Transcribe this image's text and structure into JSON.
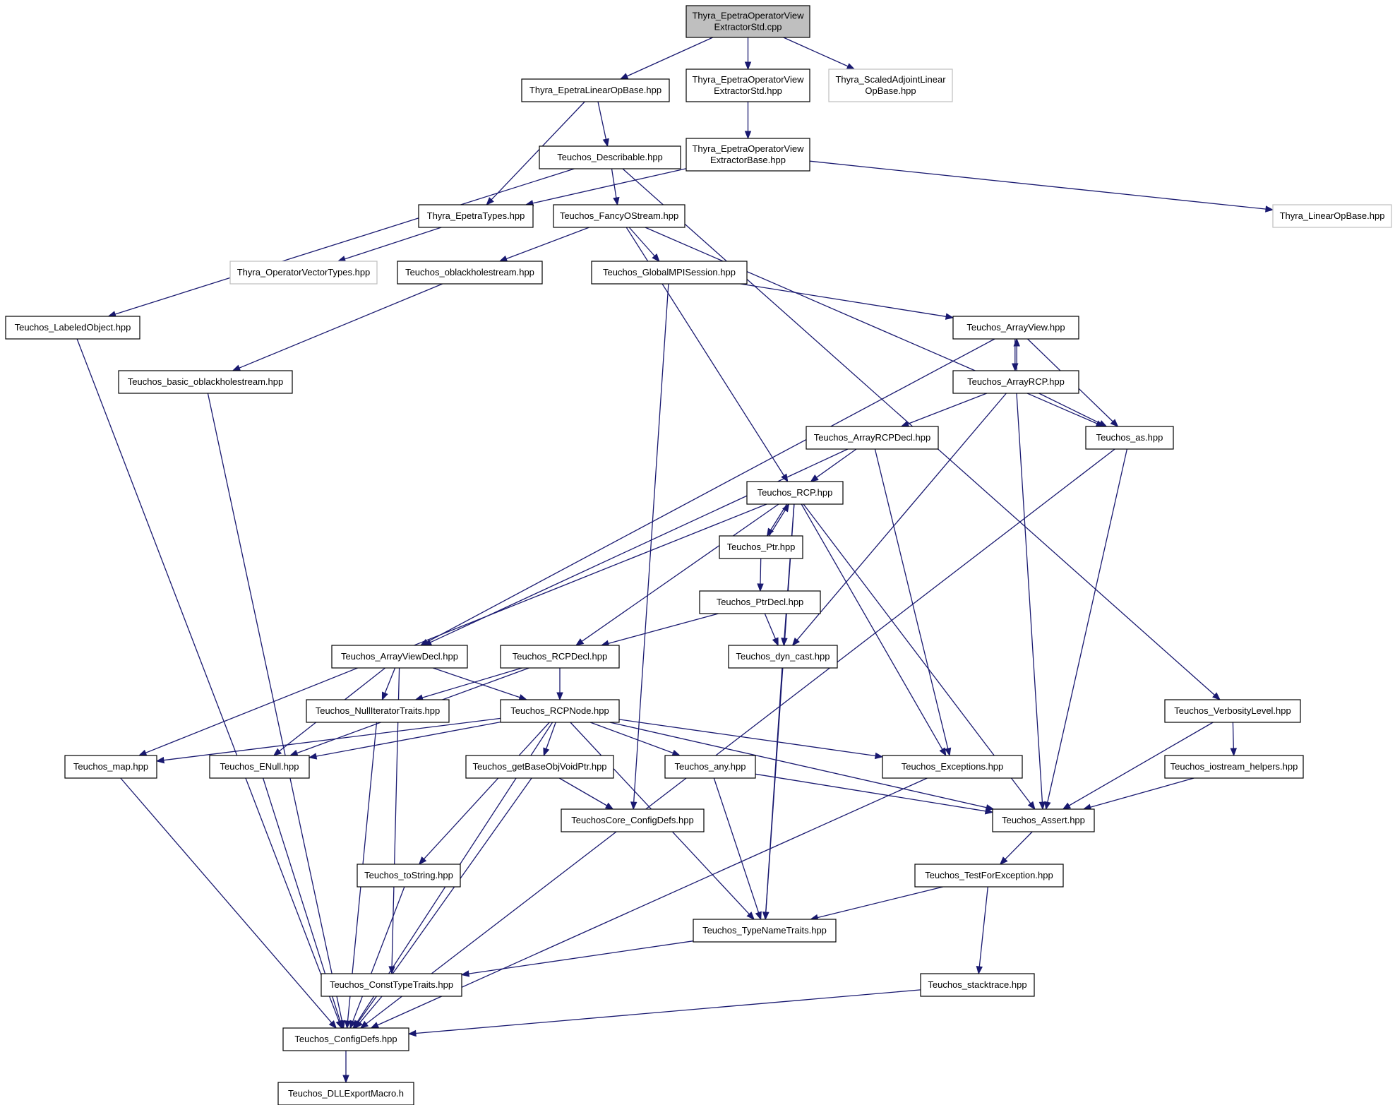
{
  "colors": {
    "edge": "#191970",
    "root_fill": "#bfbfbf",
    "node_fill": "#ffffff",
    "node_border": "#000000",
    "external_border": "#bfbfbf",
    "external_text": "#404040"
  },
  "nodes": [
    {
      "id": "root",
      "lines": [
        "Thyra_EpetraOperatorView",
        "ExtractorStd.cpp"
      ],
      "style": "root"
    },
    {
      "id": "elob",
      "lines": [
        "Thyra_EpetraLinearOpBase.hpp"
      ]
    },
    {
      "id": "eovestd",
      "lines": [
        "Thyra_EpetraOperatorView",
        "ExtractorStd.hpp"
      ]
    },
    {
      "id": "salob",
      "lines": [
        "Thyra_ScaledAdjointLinear",
        "OpBase.hpp"
      ],
      "style": "external"
    },
    {
      "id": "desc",
      "lines": [
        "Teuchos_Describable.hpp"
      ]
    },
    {
      "id": "eovebase",
      "lines": [
        "Thyra_EpetraOperatorView",
        "ExtractorBase.hpp"
      ]
    },
    {
      "id": "etypes",
      "lines": [
        "Thyra_EpetraTypes.hpp"
      ]
    },
    {
      "id": "fancy",
      "lines": [
        "Teuchos_FancyOStream.hpp"
      ]
    },
    {
      "id": "linop",
      "lines": [
        "Thyra_LinearOpBase.hpp"
      ],
      "style": "external"
    },
    {
      "id": "opvec",
      "lines": [
        "Thyra_OperatorVectorTypes.hpp"
      ],
      "style": "external"
    },
    {
      "id": "obh",
      "lines": [
        "Teuchos_oblackholestream.hpp"
      ]
    },
    {
      "id": "gmpi",
      "lines": [
        "Teuchos_GlobalMPISession.hpp"
      ]
    },
    {
      "id": "labeled",
      "lines": [
        "Teuchos_LabeledObject.hpp"
      ]
    },
    {
      "id": "arrview",
      "lines": [
        "Teuchos_ArrayView.hpp"
      ]
    },
    {
      "id": "bobh",
      "lines": [
        "Teuchos_basic_oblackholestream.hpp"
      ]
    },
    {
      "id": "arrrcp",
      "lines": [
        "Teuchos_ArrayRCP.hpp"
      ]
    },
    {
      "id": "arrrcpdecl",
      "lines": [
        "Teuchos_ArrayRCPDecl.hpp"
      ]
    },
    {
      "id": "as",
      "lines": [
        "Teuchos_as.hpp"
      ]
    },
    {
      "id": "rcp",
      "lines": [
        "Teuchos_RCP.hpp"
      ]
    },
    {
      "id": "ptr",
      "lines": [
        "Teuchos_Ptr.hpp"
      ]
    },
    {
      "id": "ptrdecl",
      "lines": [
        "Teuchos_PtrDecl.hpp"
      ]
    },
    {
      "id": "avdecl",
      "lines": [
        "Teuchos_ArrayViewDecl.hpp"
      ]
    },
    {
      "id": "rcpdecl",
      "lines": [
        "Teuchos_RCPDecl.hpp"
      ]
    },
    {
      "id": "dyncast",
      "lines": [
        "Teuchos_dyn_cast.hpp"
      ]
    },
    {
      "id": "nullit",
      "lines": [
        "Teuchos_NullIteratorTraits.hpp"
      ]
    },
    {
      "id": "rcpnode",
      "lines": [
        "Teuchos_RCPNode.hpp"
      ]
    },
    {
      "id": "verb",
      "lines": [
        "Teuchos_VerbosityLevel.hpp"
      ]
    },
    {
      "id": "map",
      "lines": [
        "Teuchos_map.hpp"
      ]
    },
    {
      "id": "enull",
      "lines": [
        "Teuchos_ENull.hpp"
      ]
    },
    {
      "id": "gbovp",
      "lines": [
        "Teuchos_getBaseObjVoidPtr.hpp"
      ]
    },
    {
      "id": "any",
      "lines": [
        "Teuchos_any.hpp"
      ]
    },
    {
      "id": "exc",
      "lines": [
        "Teuchos_Exceptions.hpp"
      ]
    },
    {
      "id": "ioh",
      "lines": [
        "Teuchos_iostream_helpers.hpp"
      ]
    },
    {
      "id": "coreconf",
      "lines": [
        "TeuchosCore_ConfigDefs.hpp"
      ]
    },
    {
      "id": "assert",
      "lines": [
        "Teuchos_Assert.hpp"
      ]
    },
    {
      "id": "tostr",
      "lines": [
        "Teuchos_toString.hpp"
      ]
    },
    {
      "id": "tfe",
      "lines": [
        "Teuchos_TestForException.hpp"
      ]
    },
    {
      "id": "tnt",
      "lines": [
        "Teuchos_TypeNameTraits.hpp"
      ]
    },
    {
      "id": "ctt",
      "lines": [
        "Teuchos_ConstTypeTraits.hpp"
      ]
    },
    {
      "id": "stack",
      "lines": [
        "Teuchos_stacktrace.hpp"
      ]
    },
    {
      "id": "config",
      "lines": [
        "Teuchos_ConfigDefs.hpp"
      ]
    },
    {
      "id": "dll",
      "lines": [
        "Teuchos_DLLExportMacro.h"
      ]
    }
  ],
  "edges": [
    [
      "root",
      "elob"
    ],
    [
      "root",
      "eovestd"
    ],
    [
      "root",
      "salob"
    ],
    [
      "elob",
      "desc"
    ],
    [
      "elob",
      "etypes"
    ],
    [
      "eovestd",
      "eovebase"
    ],
    [
      "eovebase",
      "etypes"
    ],
    [
      "eovebase",
      "linop"
    ],
    [
      "desc",
      "fancy"
    ],
    [
      "desc",
      "labeled"
    ],
    [
      "desc",
      "verb"
    ],
    [
      "etypes",
      "opvec"
    ],
    [
      "fancy",
      "obh"
    ],
    [
      "fancy",
      "gmpi"
    ],
    [
      "fancy",
      "rcp"
    ],
    [
      "fancy",
      "as"
    ],
    [
      "obh",
      "bobh"
    ],
    [
      "gmpi",
      "arrview"
    ],
    [
      "gmpi",
      "coreconf"
    ],
    [
      "labeled",
      "config"
    ],
    [
      "bobh",
      "config"
    ],
    [
      "arrview",
      "arrrcp"
    ],
    [
      "arrview",
      "avdecl"
    ],
    [
      "arrview",
      "as"
    ],
    [
      "arrrcp",
      "arrview"
    ],
    [
      "arrrcp",
      "arrrcpdecl"
    ],
    [
      "arrrcp",
      "as"
    ],
    [
      "arrrcp",
      "dyncast"
    ],
    [
      "arrrcp",
      "assert"
    ],
    [
      "arrrcpdecl",
      "rcp"
    ],
    [
      "arrrcpdecl",
      "avdecl"
    ],
    [
      "arrrcpdecl",
      "exc"
    ],
    [
      "as",
      "assert"
    ],
    [
      "as",
      "config"
    ],
    [
      "rcp",
      "ptr"
    ],
    [
      "rcp",
      "rcpdecl"
    ],
    [
      "rcp",
      "dyncast"
    ],
    [
      "rcp",
      "map"
    ],
    [
      "rcp",
      "exc"
    ],
    [
      "rcp",
      "assert"
    ],
    [
      "rcp",
      "tnt"
    ],
    [
      "ptr",
      "rcp"
    ],
    [
      "ptr",
      "ptrdecl"
    ],
    [
      "ptrdecl",
      "rcpdecl"
    ],
    [
      "ptrdecl",
      "dyncast"
    ],
    [
      "avdecl",
      "rcpnode"
    ],
    [
      "avdecl",
      "nullit"
    ],
    [
      "avdecl",
      "enull"
    ],
    [
      "avdecl",
      "ctt"
    ],
    [
      "rcpdecl",
      "rcpnode"
    ],
    [
      "rcpdecl",
      "nullit"
    ],
    [
      "rcpdecl",
      "enull"
    ],
    [
      "dyncast",
      "tnt"
    ],
    [
      "nullit",
      "config"
    ],
    [
      "rcpnode",
      "map"
    ],
    [
      "rcpnode",
      "enull"
    ],
    [
      "rcpnode",
      "gbovp"
    ],
    [
      "rcpnode",
      "any"
    ],
    [
      "rcpnode",
      "exc"
    ],
    [
      "rcpnode",
      "assert"
    ],
    [
      "rcpnode",
      "tostr"
    ],
    [
      "rcpnode",
      "config"
    ],
    [
      "rcpnode",
      "tnt"
    ],
    [
      "verb",
      "ioh"
    ],
    [
      "verb",
      "assert"
    ],
    [
      "map",
      "config"
    ],
    [
      "enull",
      "config"
    ],
    [
      "gbovp",
      "coreconf"
    ],
    [
      "gbovp",
      "config"
    ],
    [
      "any",
      "assert"
    ],
    [
      "any",
      "tnt"
    ],
    [
      "exc",
      "config"
    ],
    [
      "ioh",
      "assert"
    ],
    [
      "assert",
      "tfe"
    ],
    [
      "tostr",
      "config"
    ],
    [
      "tfe",
      "tnt"
    ],
    [
      "tfe",
      "stack"
    ],
    [
      "tnt",
      "ctt"
    ],
    [
      "ctt",
      "config"
    ],
    [
      "stack",
      "config"
    ],
    [
      "config",
      "dll"
    ]
  ]
}
